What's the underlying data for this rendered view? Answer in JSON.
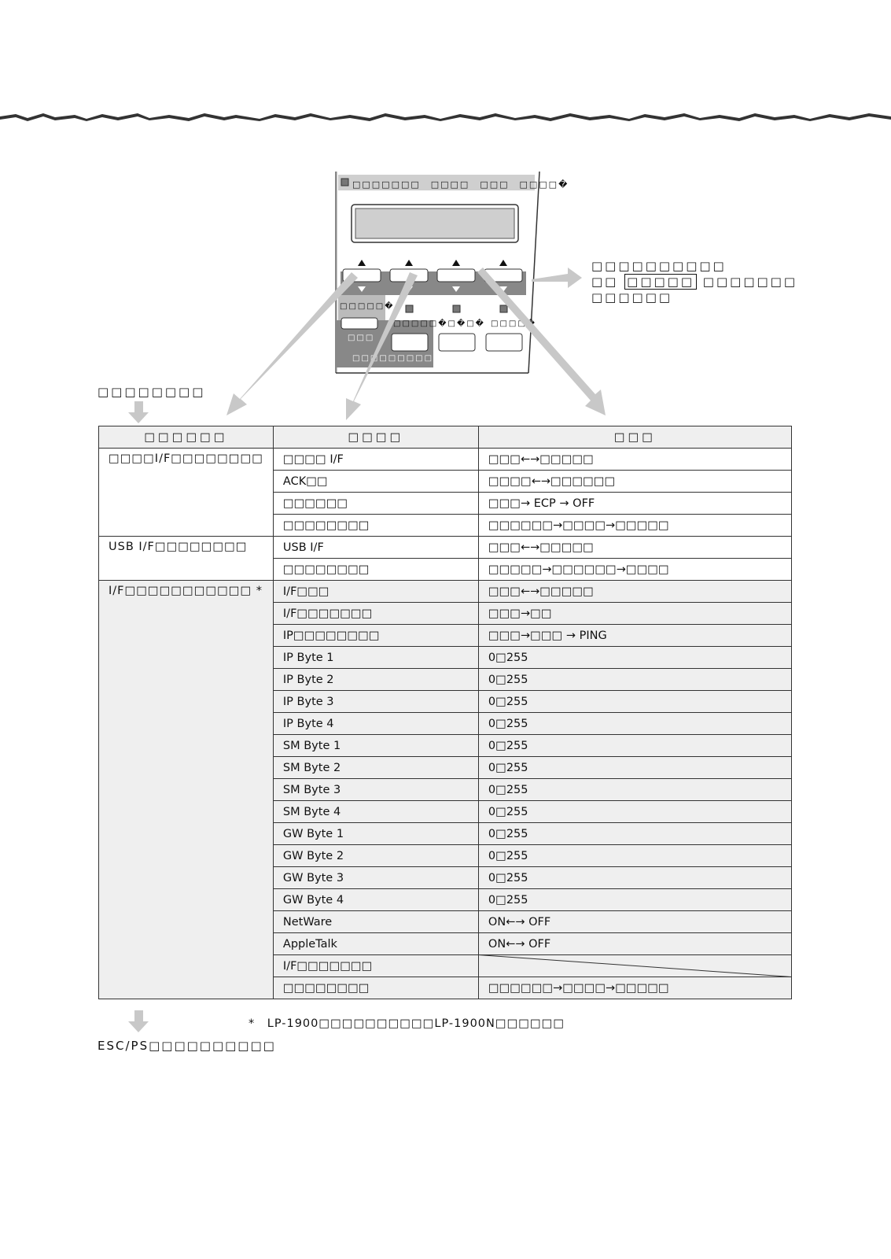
{
  "callout": {
    "line1": "□□□□□□□□□□",
    "line2a": "□□",
    "line2b": "□□□□□",
    "line2c": "□□□□□□□",
    "line3": "□□□□□□"
  },
  "panel": {
    "top_label": "□□□□□□□　□□□□　□□□　□□□□�",
    "left_label": "□□□□□�",
    "left_sub": "□□□",
    "mid_label": "□□□□□�□�□�",
    "right_label": "□□□□�",
    "bottom_label": "□□□□□□□□□�"
  },
  "menu_head": "□□□□□□□□",
  "table": {
    "headers": [
      "□□□□□□",
      "□□□□",
      "□□□"
    ],
    "groups": [
      {
        "category": "□□□□I/F□□□□□□□□",
        "rows": [
          [
            "□□□□ I/F",
            "□□□←→□□□□□"
          ],
          [
            "ACK□□",
            "□□□□←→□□□□□□"
          ],
          [
            "□□□□□□",
            "□□□→ ECP → OFF"
          ],
          [
            "□□□□□□□□",
            "□□□□□□→□□□□→□□□□□"
          ]
        ]
      },
      {
        "category": "USB I/F□□□□□□□□",
        "rows": [
          [
            "USB I/F",
            "□□□←→□□□□□"
          ],
          [
            "□□□□□□□□",
            "□□□□□→□□□□□□→□□□□"
          ]
        ]
      },
      {
        "category": "I/F□□□□□□□□□□□ *",
        "rows": [
          [
            "I/F□□□",
            "□□□←→□□□□□"
          ],
          [
            "I/F□□□□□□□",
            "□□□→□□"
          ],
          [
            "IP□□□□□□□□",
            "□□□→□□□ → PING"
          ],
          [
            "IP Byte 1",
            "0□255"
          ],
          [
            "IP Byte 2",
            "0□255"
          ],
          [
            "IP Byte 3",
            "0□255"
          ],
          [
            "IP Byte 4",
            "0□255"
          ],
          [
            "SM Byte 1",
            "0□255"
          ],
          [
            "SM Byte 2",
            "0□255"
          ],
          [
            "SM Byte 3",
            "0□255"
          ],
          [
            "SM Byte 4",
            "0□255"
          ],
          [
            "GW Byte 1",
            "0□255"
          ],
          [
            "GW Byte 2",
            "0□255"
          ],
          [
            "GW Byte 3",
            "0□255"
          ],
          [
            "GW Byte 4",
            "0□255"
          ],
          [
            "NetWare",
            "ON←→ OFF"
          ],
          [
            "AppleTalk",
            "ON←→ OFF"
          ],
          [
            "I/F□□□□□□□",
            ""
          ],
          [
            "□□□□□□□□",
            "□□□□□□→□□□□→□□□□□"
          ]
        ]
      }
    ]
  },
  "footnote": "*　LP-1900□□□□□□□□□□LP-1900N□□□□□□",
  "next_menu": "ESC/PS□□□□□□□□□□"
}
